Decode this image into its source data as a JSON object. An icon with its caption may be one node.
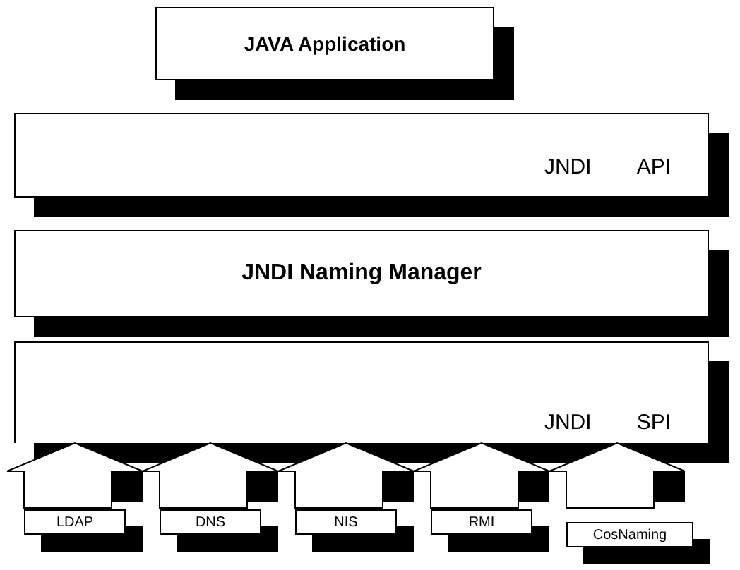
{
  "diagram": {
    "nodes": [
      {
        "text": [
          "JAVA Application"
        ]
      },
      {
        "text": [
          "JNDI",
          "API"
        ]
      },
      {
        "text": [
          "JNDI Naming Manager"
        ]
      },
      {
        "text": [
          "JNDI",
          "SPI"
        ]
      },
      {
        "text": [
          "LDAP"
        ]
      },
      {
        "text": [
          "DNS"
        ]
      },
      {
        "text": [
          "NIS"
        ]
      },
      {
        "text": [
          "RMI"
        ]
      },
      {
        "text": [
          "CosNaming"
        ]
      }
    ]
  }
}
